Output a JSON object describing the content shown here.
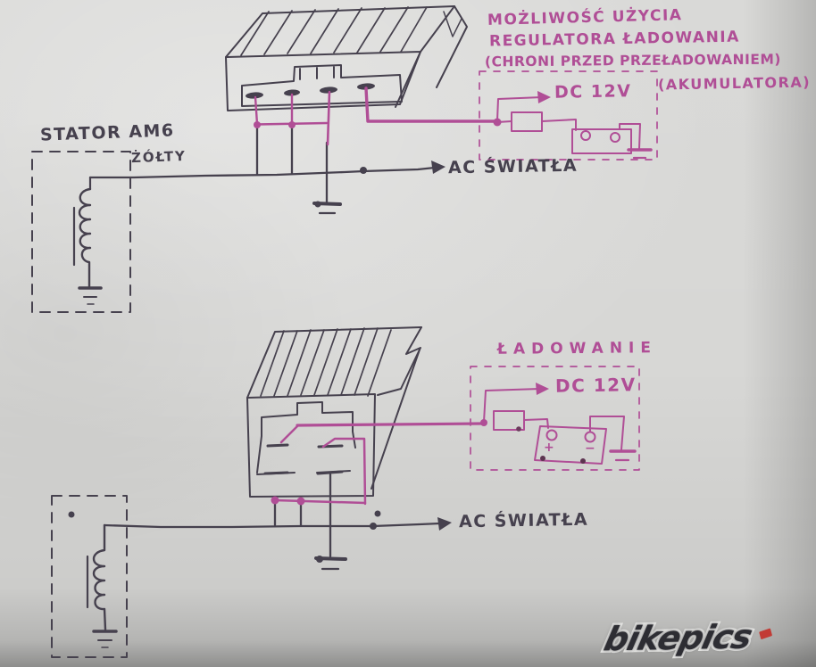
{
  "colors": {
    "paper": "#d7d7d5",
    "ink_black": "#46414e",
    "ink_pink": "#b04e96"
  },
  "notes": {
    "top_right": [
      "MOŻLIWOŚĆ UŻYCIA",
      "REGULATORA ŁADOWANIA",
      "(CHRONI PRZED PRZEŁADOWANIEM)",
      "(AKUMULATORA)"
    ]
  },
  "circuit1": {
    "stator_label": "STATOR AM6",
    "wire_color_label": "ŻÓŁTY",
    "ac_output_label": "AC ŚWIATŁA",
    "dc_output_label": "DC 12V"
  },
  "circuit2": {
    "title": "ŁADOWANIE",
    "ac_output_label": "AC ŚWIATŁA",
    "dc_output_label": "DC 12V",
    "battery_plus": "+",
    "battery_minus": "−"
  },
  "watermark": {
    "text": "bikepics"
  }
}
